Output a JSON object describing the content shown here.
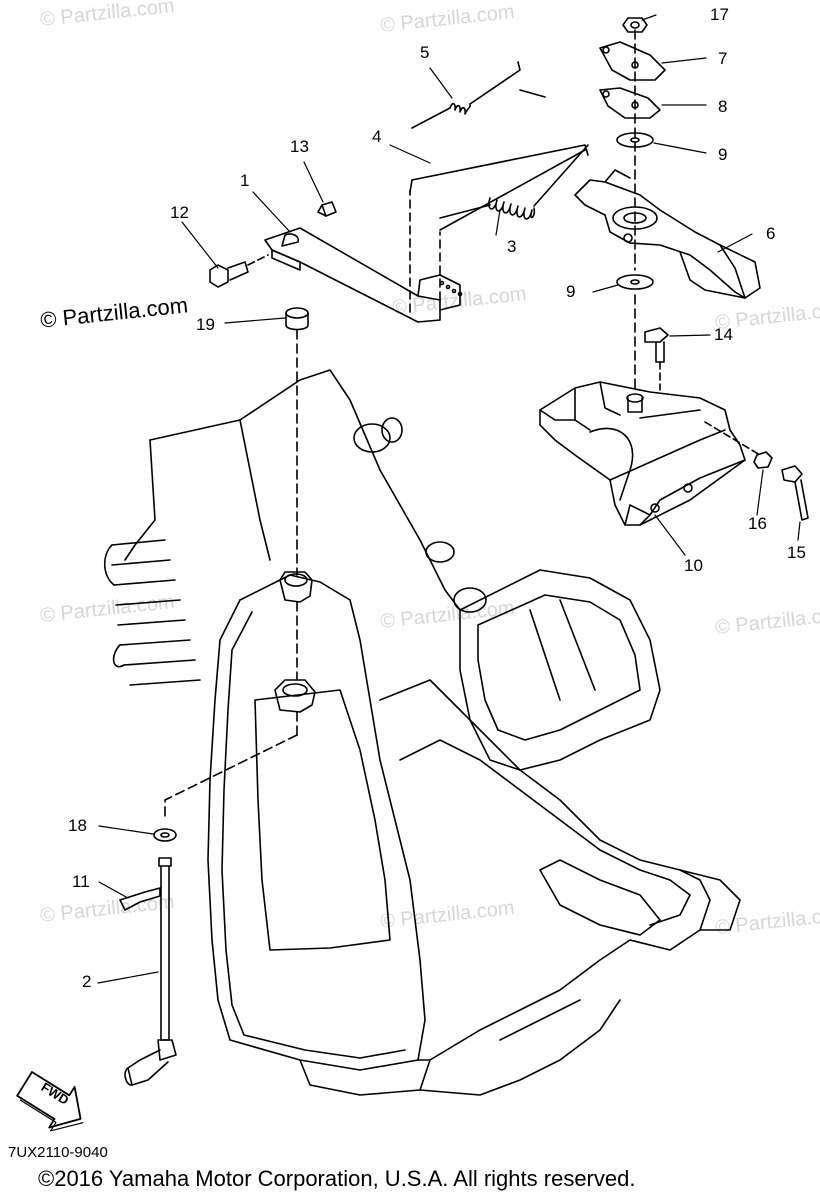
{
  "watermark": {
    "text": "© Partzilla.com",
    "highlight_text": "© Partzilla.com"
  },
  "callouts": [
    {
      "id": "1",
      "label": "1"
    },
    {
      "id": "2",
      "label": "2"
    },
    {
      "id": "3",
      "label": "3"
    },
    {
      "id": "4",
      "label": "4"
    },
    {
      "id": "5",
      "label": "5"
    },
    {
      "id": "6",
      "label": "6"
    },
    {
      "id": "7",
      "label": "7"
    },
    {
      "id": "8",
      "label": "8"
    },
    {
      "id": "9a",
      "label": "9"
    },
    {
      "id": "9b",
      "label": "9"
    },
    {
      "id": "10",
      "label": "10"
    },
    {
      "id": "11",
      "label": "11"
    },
    {
      "id": "12",
      "label": "12"
    },
    {
      "id": "13",
      "label": "13"
    },
    {
      "id": "14",
      "label": "14"
    },
    {
      "id": "15",
      "label": "15"
    },
    {
      "id": "16",
      "label": "16"
    },
    {
      "id": "17",
      "label": "17"
    },
    {
      "id": "18",
      "label": "18"
    },
    {
      "id": "19",
      "label": "19"
    }
  ],
  "fwd_label": "FWD",
  "diagram_code": "7UX2110-9040",
  "copyright": "©2016 Yamaha Motor Corporation, U.S.A. All rights reserved."
}
